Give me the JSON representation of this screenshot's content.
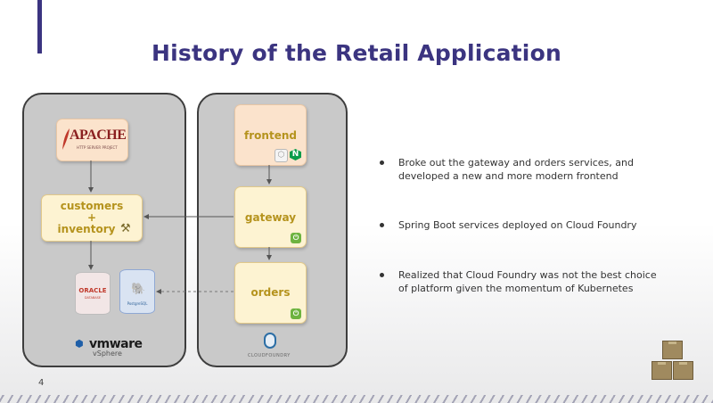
{
  "slide": {
    "title": "History of the Retail Application",
    "page_number": "4"
  },
  "diagram": {
    "left_panel": {
      "apache": {
        "logo_text": "APACHE",
        "sub_text": "HTTP SERVER PROJECT"
      },
      "service": {
        "line1": "customers",
        "plus": "+",
        "line2": "inventory"
      },
      "oracle": {
        "label": "ORACLE",
        "sub": "DATABASE"
      },
      "postgres": {
        "label": "PostgreSQL"
      },
      "vmware": {
        "logo": "vmware",
        "product": "vSphere"
      }
    },
    "right_panel": {
      "frontend": "frontend",
      "gateway": "gateway",
      "orders": "orders",
      "cloudfoundry": "CLOUDFOUNDRY"
    }
  },
  "bullets": [
    {
      "line1": "Broke out the gateway and orders services, and",
      "line2": "developed a new and more modern frontend"
    },
    {
      "line1": "Spring Boot services deployed on Cloud Foundry",
      "line2": ""
    },
    {
      "line1": "Realized that Cloud Foundry was not the best choice",
      "line2": "of platform given the momentum of Kubernetes"
    }
  ],
  "icons": {
    "spring": "spring-boot-icon",
    "nginx": "nginx-icon",
    "node": "nodejs-icon",
    "hammer": "tomcat-icon"
  },
  "colors": {
    "title": "#3b3480",
    "box_label": "#b5931d",
    "panel": "#c9c9c9"
  }
}
